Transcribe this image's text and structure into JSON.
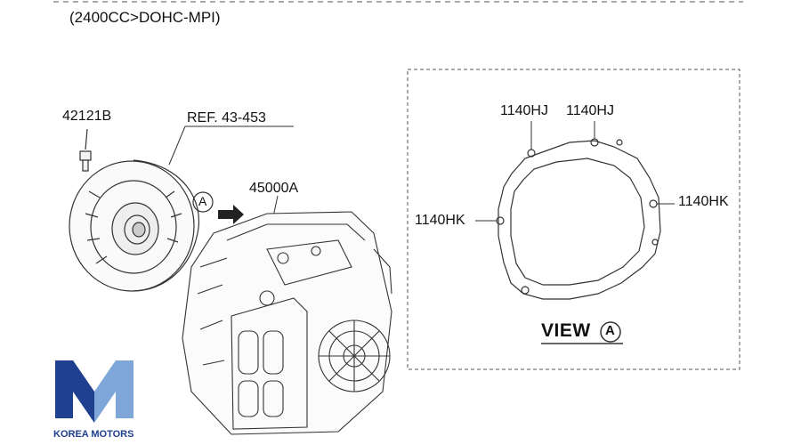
{
  "header": {
    "engine_spec": "(2400CC>DOHC-MPI)"
  },
  "callouts": {
    "bolt_part": "42121B",
    "converter_ref": "REF. 43-453",
    "transaxle_part": "45000A",
    "view_marker": "A",
    "view_hj_left": "1140HJ",
    "view_hj_right": "1140HJ",
    "view_hk_left": "1140HK",
    "view_hk_right": "1140HK"
  },
  "view_panel": {
    "title": "VIEW",
    "marker": "A"
  },
  "brand": {
    "name": "KOREA MOTORS",
    "colors": {
      "dark": "#1f3f8f",
      "light": "#7fa6d9"
    }
  },
  "colors": {
    "line": "#333333",
    "dash": "#555555"
  }
}
